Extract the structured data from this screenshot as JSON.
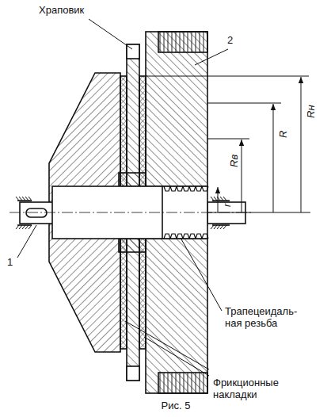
{
  "diagram": {
    "caption": "Рис. 5",
    "labels": [
      "Храповик",
      "2",
      "Rн",
      "R",
      "Rв",
      "r",
      "Трапецеидаль- ная резьба",
      "Фрикционные накладки",
      "1"
    ]
  }
}
